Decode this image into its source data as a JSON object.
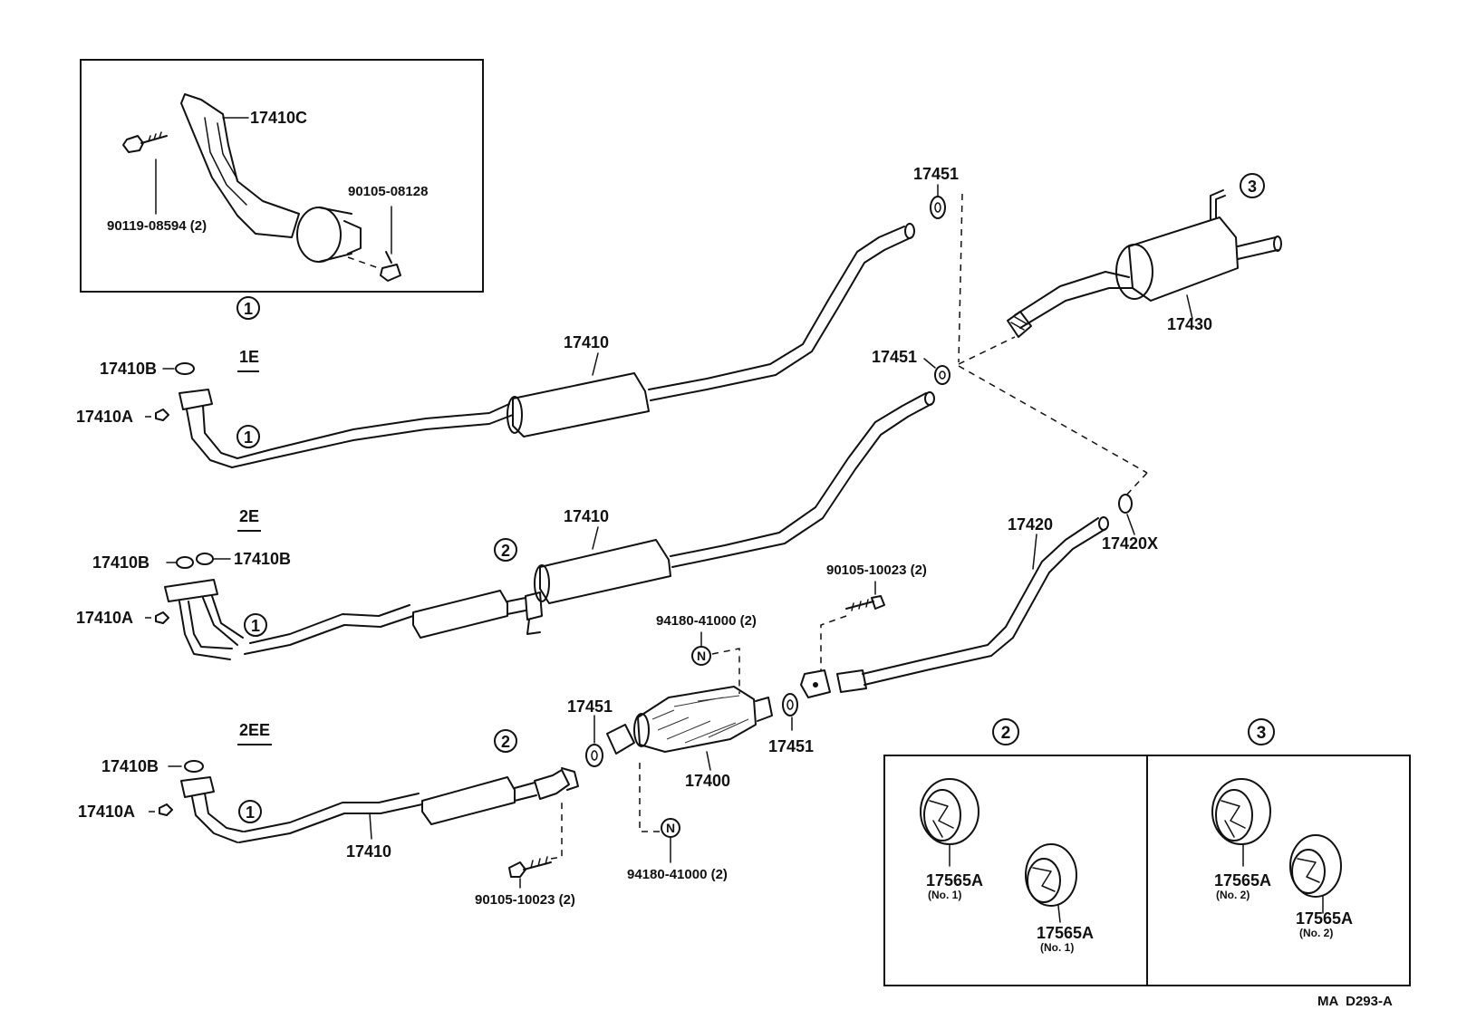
{
  "labels": {
    "p17410C": "17410C",
    "p90119_08594": "90119-08594 (2)",
    "p90105_08128": "90105-08128",
    "p17451_top": "17451",
    "p17451_mid": "17451",
    "p17451_conv_left": "17451",
    "p17451_conv_right": "17451",
    "p17430": "17430",
    "p17410_1e": "17410",
    "p17410_2e": "17410",
    "p17410_2ee": "17410",
    "p17410B_1e": "17410B",
    "p17410A_1e": "17410A",
    "p17410B_2e_left": "17410B",
    "p17410B_2e_right": "17410B",
    "p17410A_2e": "17410A",
    "p17410B_2ee": "17410B",
    "p17410A_2ee": "17410A",
    "p17420": "17420",
    "p17420X": "17420X",
    "p90105_10023_upper": "90105-10023 (2)",
    "p90105_10023_lower": "90105-10023 (2)",
    "p94180_upper": "94180-41000 (2)",
    "p94180_lower": "94180-41000 (2)",
    "p17400": "17400",
    "p17565A_a": "17565A",
    "p17565A_b": "17565A",
    "p17565A_c": "17565A",
    "p17565A_d": "17565A",
    "no1_a": "(No. 1)",
    "no1_b": "(No. 1)",
    "no2_a": "(No. 2)",
    "no2_b": "(No. 2)"
  },
  "engines": {
    "e1": "1E",
    "e2": "2E",
    "e3": "2EE"
  },
  "callouts": {
    "c1": "1",
    "c2": "2",
    "c3": "3",
    "nut": "N"
  },
  "figure_code": "MA  D293-A"
}
